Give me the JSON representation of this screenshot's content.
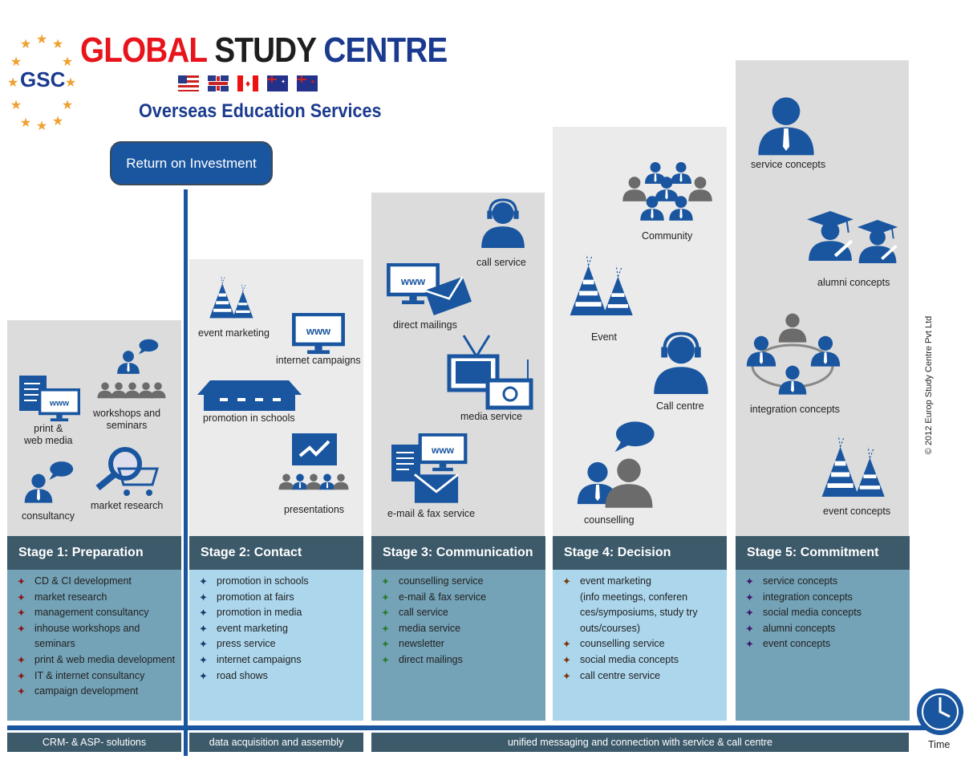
{
  "logo": {
    "emblem": "GSC",
    "title_part1": "GLOBAL",
    "title_part2": "STUDY",
    "title_part3": "CENTRE",
    "subtitle": "Overseas Education Services"
  },
  "roi_label": "Return on Investment",
  "copyright": "© 2012 Europ Study Centre Pvt Ltd",
  "time_label": "Time",
  "colors": {
    "header": "#3d5a6b",
    "dark_list": "#74a2b6",
    "light_list": "#acd6ec",
    "axis": "#1a56a0",
    "icon": "#1a56a0"
  },
  "stages": [
    {
      "title": "Stage 1: Preparation",
      "bullet_color": "#8b1a1a",
      "icons": [
        "print &",
        "web media",
        "workshops and",
        "seminars",
        "consultancy",
        "market research"
      ],
      "items": [
        "CD & CI development",
        "market research",
        "management consultancy",
        "inhouse workshops and",
        "seminars",
        "print & web media development",
        "IT & internet consultancy",
        "campaign development"
      ]
    },
    {
      "title": "Stage 2: Contact",
      "bullet_color": "#1a3d6b",
      "icons": [
        "event marketing",
        "internet campaigns",
        "promotion in schools",
        "presentations"
      ],
      "items": [
        "promotion in schools",
        "promotion at fairs",
        "promotion in media",
        "event marketing",
        "press service",
        "internet campaigns",
        "road shows"
      ]
    },
    {
      "title": "Stage 3: Communication",
      "bullet_color": "#2e7d32",
      "icons": [
        "call service",
        "direct mailings",
        "media service",
        "e-mail & fax service"
      ],
      "items": [
        "counselling service",
        "e-mail & fax service",
        "call service",
        "media service",
        "newsletter",
        "direct mailings"
      ]
    },
    {
      "title": "Stage 4: Decision",
      "bullet_color": "#7a3b0a",
      "icons": [
        "Community",
        "Event",
        "Call centre",
        "counselling"
      ],
      "items": [
        "event marketing",
        "(info meetings, conferen",
        "ces/symposiums, study try",
        "outs/courses)",
        "counselling service",
        "social media concepts",
        "call centre service"
      ]
    },
    {
      "title": "Stage 5: Commitment",
      "bullet_color": "#3d1a6b",
      "icons": [
        "service concepts",
        "alumni concepts",
        "integration concepts",
        "event concepts"
      ],
      "items": [
        "service concepts",
        "integration concepts",
        "social media concepts",
        "alumni concepts",
        "event concepts"
      ]
    }
  ],
  "www": "www",
  "bottom_bars": [
    "CRM- & ASP- solutions",
    "data acquisition and assembly",
    "unified messaging and connection with service & call centre"
  ]
}
